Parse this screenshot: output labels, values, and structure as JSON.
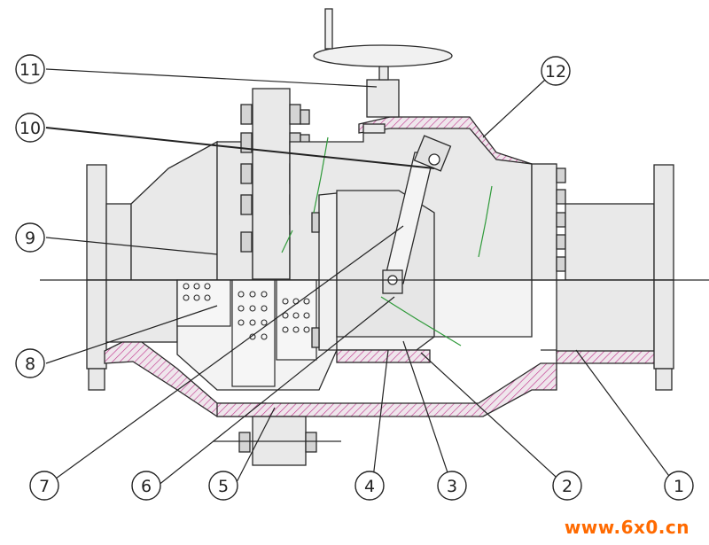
{
  "diagram": {
    "callouts": [
      {
        "id": "1",
        "label": "1"
      },
      {
        "id": "2",
        "label": "2"
      },
      {
        "id": "3",
        "label": "3"
      },
      {
        "id": "4",
        "label": "4"
      },
      {
        "id": "5",
        "label": "5"
      },
      {
        "id": "6",
        "label": "6"
      },
      {
        "id": "7",
        "label": "7"
      },
      {
        "id": "8",
        "label": "8"
      },
      {
        "id": "9",
        "label": "9"
      },
      {
        "id": "10",
        "label": "10"
      },
      {
        "id": "11",
        "label": "11"
      },
      {
        "id": "12",
        "label": "12"
      }
    ]
  },
  "watermark": "www.6x0.cn",
  "colors": {
    "line": "#2a2a2a",
    "fill": "#e9e9e9",
    "hatch": "#c0308a",
    "accent": "#2f9a3a",
    "watermark": "#ff6a00"
  }
}
